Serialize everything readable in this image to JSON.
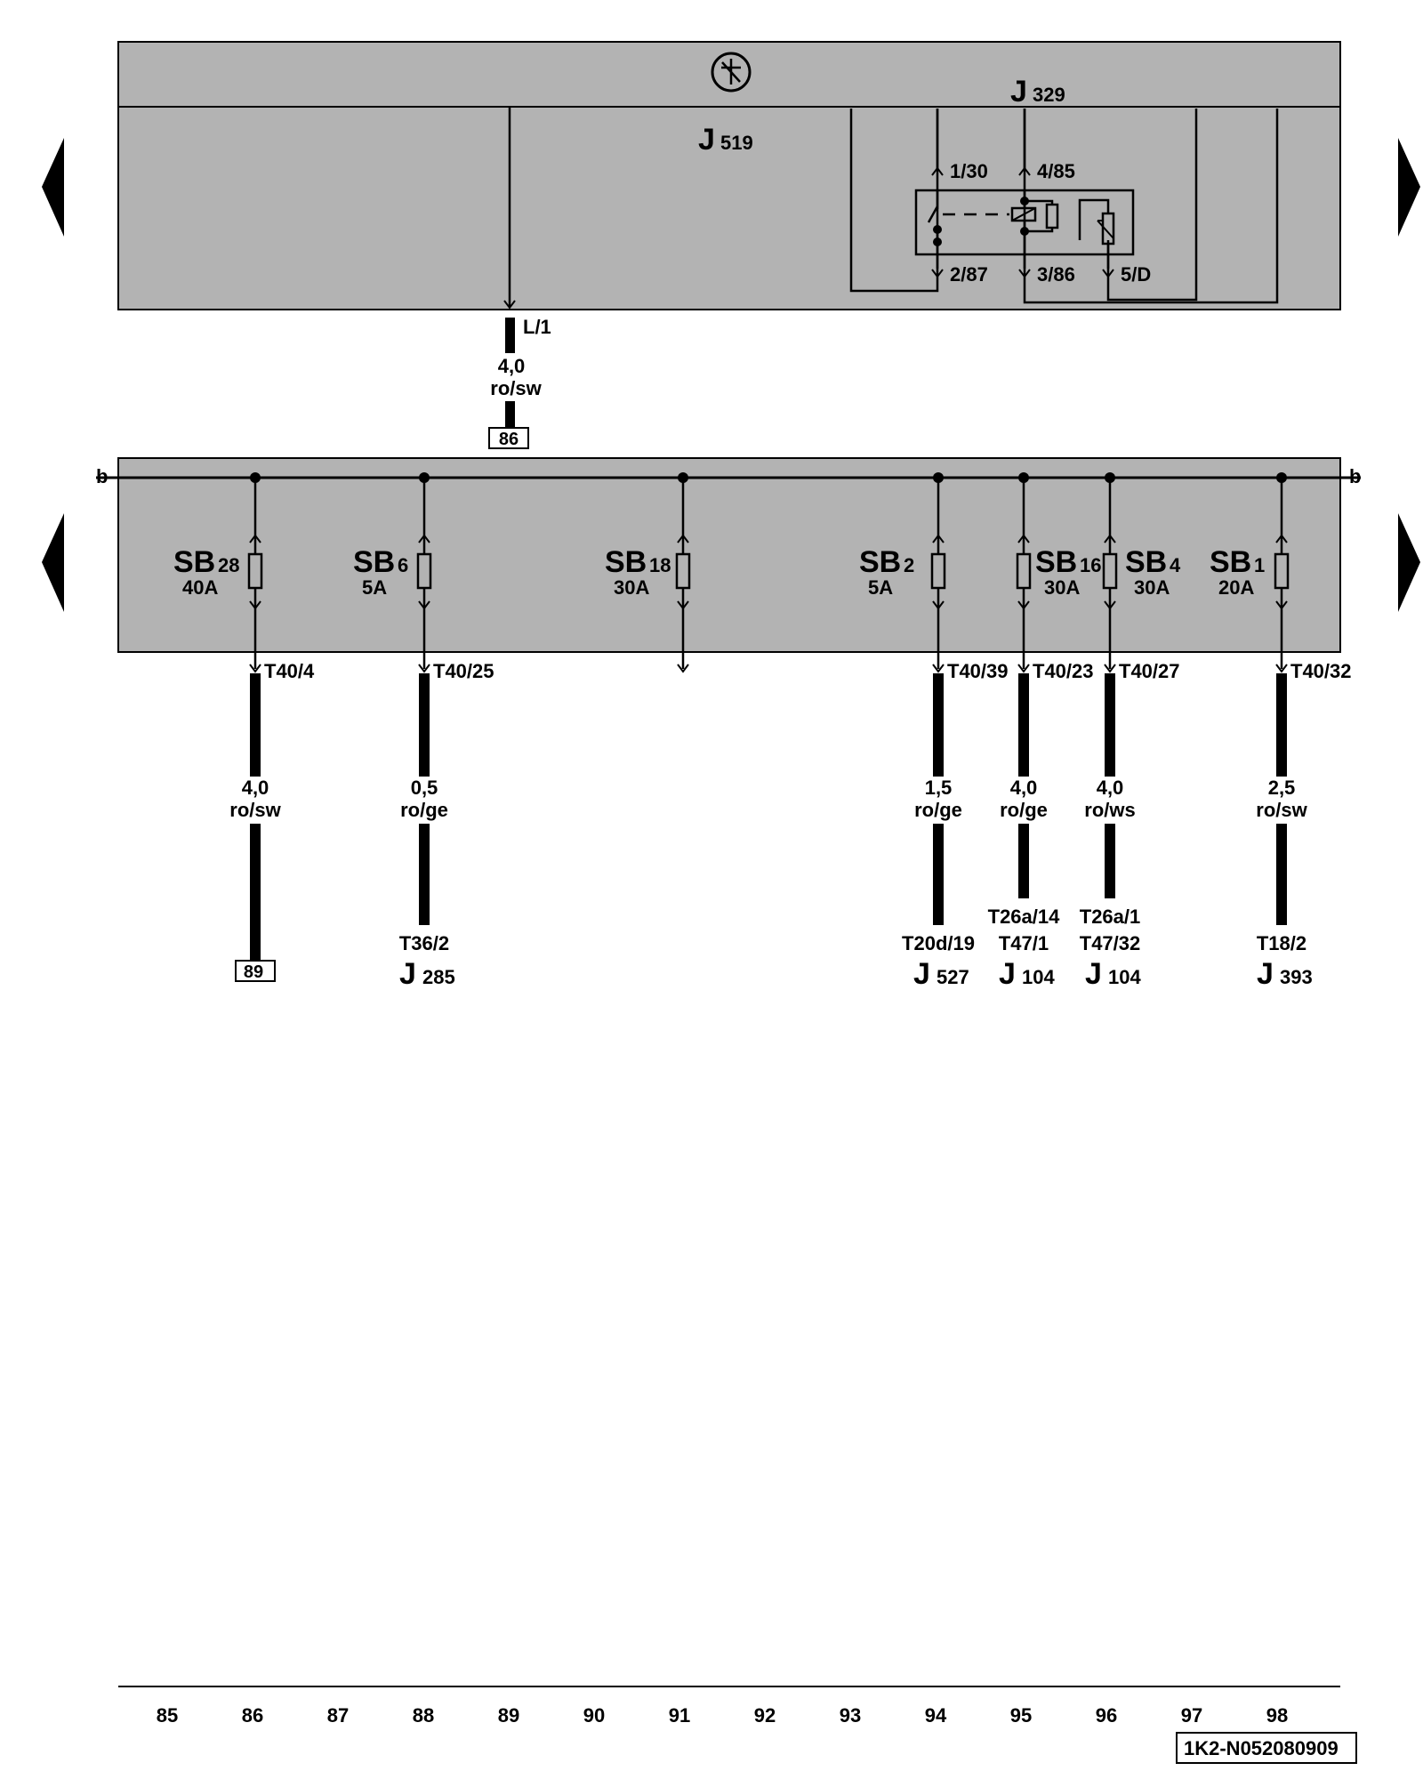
{
  "colors": {
    "module_fill": "#b3b3b3",
    "line": "#000000",
    "background": "#ffffff"
  },
  "top_module": {
    "ground_symbol": "ground-symbol-icon",
    "name_j519": {
      "letter": "J",
      "sub": "519"
    },
    "name_j329": {
      "letter": "J",
      "sub": "329"
    },
    "relay_pins": [
      "1/30",
      "4/85",
      "2/87",
      "3/86",
      "5/D"
    ],
    "output_pin": "L/1"
  },
  "top_wire": {
    "size": "4,0",
    "color": "ro/sw",
    "ref": "86"
  },
  "bus": {
    "left_label": "b",
    "right_label": "b"
  },
  "fuses": [
    {
      "sb": "SB",
      "sub": "28",
      "amp": "40A",
      "pin": "T40/4"
    },
    {
      "sb": "SB",
      "sub": "6",
      "amp": "5A",
      "pin": "T40/25"
    },
    {
      "sb": "SB",
      "sub": "18",
      "amp": "30A",
      "pin": ""
    },
    {
      "sb": "SB",
      "sub": "2",
      "amp": "5A",
      "pin": "T40/39"
    },
    {
      "sb": "SB",
      "sub": "16",
      "amp": "30A",
      "pin": "T40/23"
    },
    {
      "sb": "SB",
      "sub": "4",
      "amp": "30A",
      "pin": "T40/27"
    },
    {
      "sb": "SB",
      "sub": "1",
      "amp": "20A",
      "pin": "T40/32"
    }
  ],
  "wires": [
    {
      "size": "4,0",
      "color": "ro/sw",
      "ref": "89"
    },
    {
      "size": "0,5",
      "color": "ro/ge",
      "conn": [
        "T36/2"
      ],
      "target": {
        "letter": "J",
        "sub": "285"
      }
    },
    {
      "size": "1,5",
      "color": "ro/ge",
      "conn": [
        "T20d/19"
      ],
      "target": {
        "letter": "J",
        "sub": "527"
      }
    },
    {
      "size": "4,0",
      "color": "ro/ge",
      "conn": [
        "T26a/14",
        "T47/1"
      ],
      "target": {
        "letter": "J",
        "sub": "104"
      }
    },
    {
      "size": "4,0",
      "color": "ro/ws",
      "conn": [
        "T26a/1",
        "T47/32"
      ],
      "target": {
        "letter": "J",
        "sub": "104"
      }
    },
    {
      "size": "2,5",
      "color": "ro/sw",
      "conn": [
        "T18/2"
      ],
      "target": {
        "letter": "J",
        "sub": "393"
      }
    }
  ],
  "nav": [
    "nav-left-top-icon",
    "nav-right-top-icon",
    "nav-left-bottom-icon",
    "nav-right-bottom-icon"
  ],
  "columns": [
    "85",
    "86",
    "87",
    "88",
    "89",
    "90",
    "91",
    "92",
    "93",
    "94",
    "95",
    "96",
    "97",
    "98"
  ],
  "doc_id": "1K2-N052080909"
}
